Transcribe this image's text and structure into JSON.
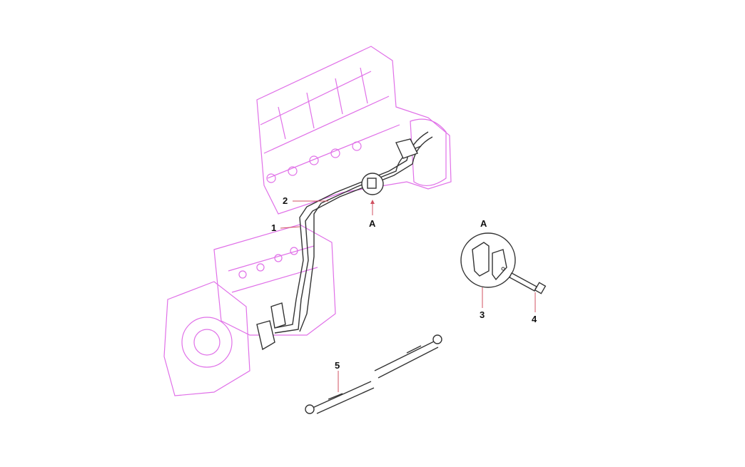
{
  "diagram": {
    "callouts": [
      {
        "id": "1",
        "text": "1"
      },
      {
        "id": "2",
        "text": "2"
      },
      {
        "id": "A-view",
        "text": "A"
      },
      {
        "id": "A-detail",
        "text": "A"
      },
      {
        "id": "3",
        "text": "3"
      },
      {
        "id": "4",
        "text": "4"
      },
      {
        "id": "5",
        "text": "5"
      }
    ],
    "colors": {
      "engine": "#e070e8",
      "parts": "#333333",
      "leader": "#d05060"
    }
  }
}
